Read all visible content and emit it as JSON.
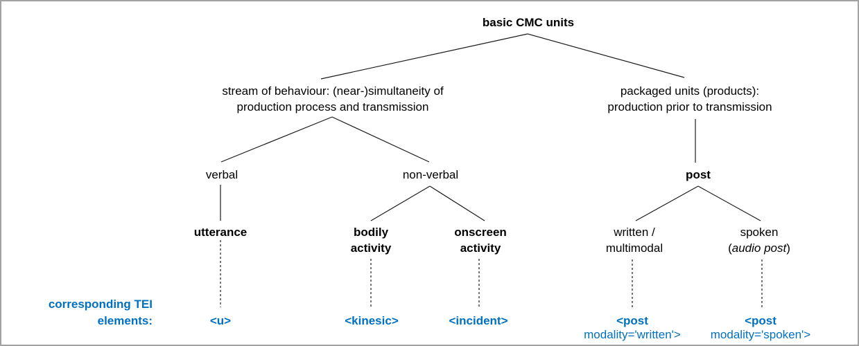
{
  "colors": {
    "tei_blue": "#0070C0",
    "line_black": "#1a1a1a",
    "border_gray": "#a2a2a2",
    "background": "#ffffff"
  },
  "nodes": {
    "root": "basic CMC units",
    "stream": {
      "line1": "stream of behaviour: (near-)simultaneity of",
      "line2": "production process and transmission"
    },
    "packaged": {
      "line1": "packaged units (products):",
      "line2": "production prior to transmission"
    },
    "verbal": "verbal",
    "nonverbal": "non-verbal",
    "post": "post",
    "utterance": "utterance",
    "bodily": {
      "line1": "bodily",
      "line2": "activity"
    },
    "onscreen": {
      "line1": "onscreen",
      "line2": "activity"
    },
    "written": {
      "line1": "written /",
      "line2": "multimodal"
    },
    "spoken": {
      "line1": "spoken",
      "line2_open": "(",
      "line2_italic": "audio post",
      "line2_close": ")"
    }
  },
  "tei": {
    "caption_line1": "corresponding TEI",
    "caption_line2": "elements:",
    "u": "<u>",
    "kinesic": "<kinesic>",
    "incident": "<incident>",
    "post_written": {
      "line1": "<post",
      "line2": "modality='written'>"
    },
    "post_spoken": {
      "line1": "<post",
      "line2": "modality='spoken'>"
    }
  }
}
